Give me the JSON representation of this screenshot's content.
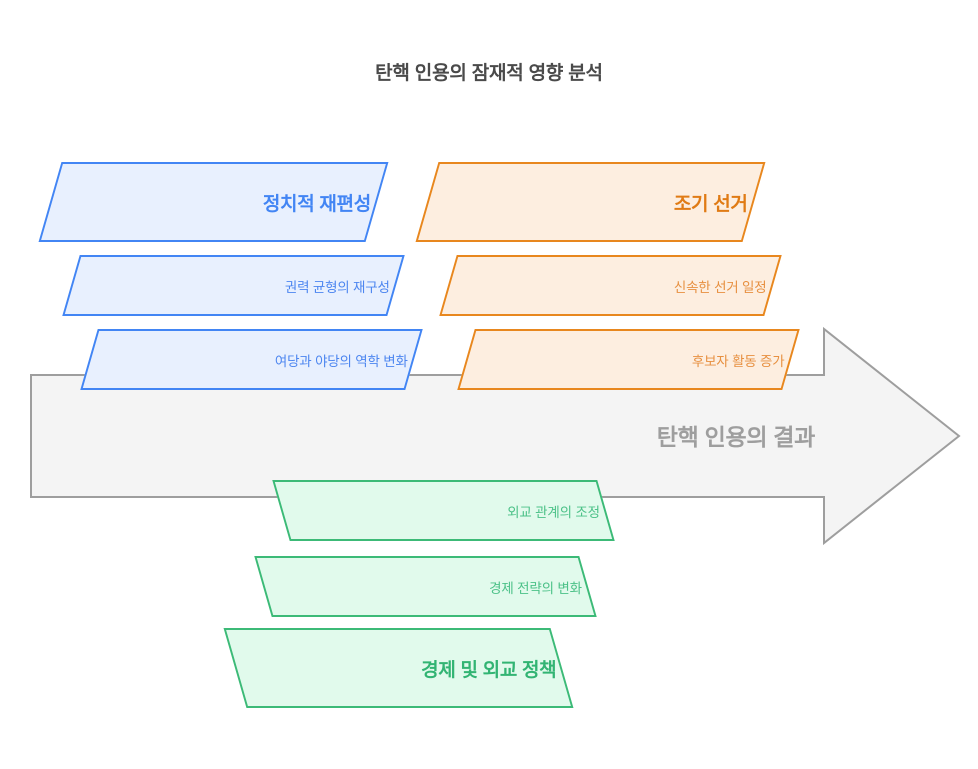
{
  "title": "탄핵 인용의 잠재적 영향 분석",
  "result_arrow": {
    "label": "탄핵 인용의 결과",
    "fill": "#f4f4f4",
    "stroke": "#9e9e9e"
  },
  "groups": [
    {
      "id": "political-realignment",
      "accent": "#4285f4",
      "fill": "#e8f0fe",
      "items": [
        {
          "label": "정치적 재편성",
          "emphasis": "bold"
        },
        {
          "label": "권력 균형의 재구성",
          "emphasis": "normal"
        },
        {
          "label": "여당과 야당의 역학 변화",
          "emphasis": "normal"
        }
      ]
    },
    {
      "id": "early-election",
      "accent": "#e8871e",
      "fill": "#fdeee0",
      "items": [
        {
          "label": "조기 선거",
          "emphasis": "bold"
        },
        {
          "label": "신속한 선거 일정",
          "emphasis": "normal"
        },
        {
          "label": "후보자 활동 증가",
          "emphasis": "normal"
        }
      ]
    },
    {
      "id": "economy-diplomacy-policy",
      "accent": "#3cba77",
      "fill": "#e1faec",
      "items": [
        {
          "label": "외교 관계의 조정",
          "emphasis": "normal"
        },
        {
          "label": "경제 전략의 변화",
          "emphasis": "normal"
        },
        {
          "label": "경제 및 외교 정책",
          "emphasis": "bold"
        }
      ]
    }
  ]
}
